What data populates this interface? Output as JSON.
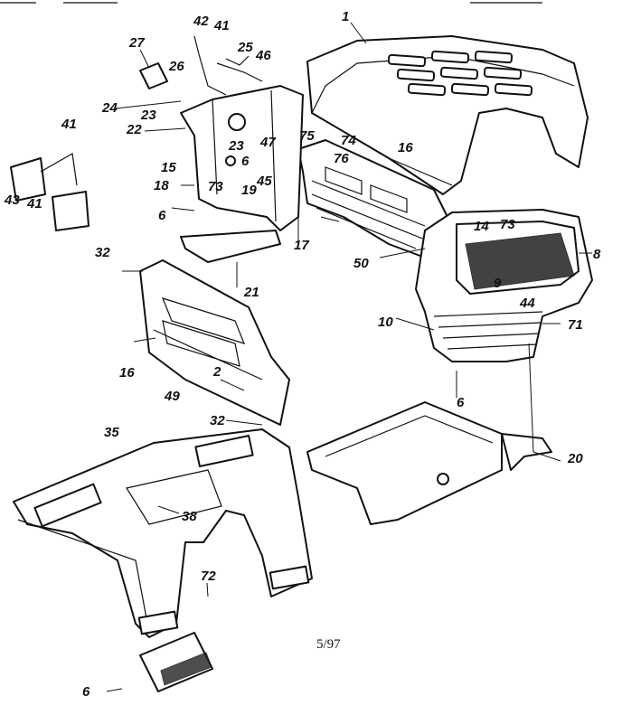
{
  "diagram": {
    "page_number": "5/97",
    "parts": {
      "hood": "1",
      "front_grille": "8",
      "seat_pan": "35",
      "dash_panel": "49",
      "side_panel": "50",
      "chassis_bracket": "20",
      "bumper": "6"
    },
    "callouts": [
      {
        "id": "c1",
        "text": "1"
      },
      {
        "id": "c42",
        "text": "42"
      },
      {
        "id": "c41a",
        "text": "41"
      },
      {
        "id": "c27",
        "text": "27"
      },
      {
        "id": "c25",
        "text": "25"
      },
      {
        "id": "c46",
        "text": "46"
      },
      {
        "id": "c26",
        "text": "26"
      },
      {
        "id": "c24",
        "text": "24"
      },
      {
        "id": "c23a",
        "text": "23"
      },
      {
        "id": "c22",
        "text": "22"
      },
      {
        "id": "c23b",
        "text": "23"
      },
      {
        "id": "c6a",
        "text": "6"
      },
      {
        "id": "c47",
        "text": "47"
      },
      {
        "id": "c75",
        "text": "75"
      },
      {
        "id": "c74",
        "text": "74"
      },
      {
        "id": "c76",
        "text": "76"
      },
      {
        "id": "c16a",
        "text": "16"
      },
      {
        "id": "c41b",
        "text": "41"
      },
      {
        "id": "c43",
        "text": "43"
      },
      {
        "id": "c41c",
        "text": "41"
      },
      {
        "id": "c15",
        "text": "15"
      },
      {
        "id": "c18",
        "text": "18"
      },
      {
        "id": "c73a",
        "text": "73"
      },
      {
        "id": "c19",
        "text": "19"
      },
      {
        "id": "c45",
        "text": "45"
      },
      {
        "id": "c6b",
        "text": "6"
      },
      {
        "id": "c17",
        "text": "17"
      },
      {
        "id": "c14",
        "text": "14"
      },
      {
        "id": "c73b",
        "text": "73"
      },
      {
        "id": "c8",
        "text": "8"
      },
      {
        "id": "c9",
        "text": "9"
      },
      {
        "id": "c44",
        "text": "44"
      },
      {
        "id": "c32a",
        "text": "32"
      },
      {
        "id": "c21",
        "text": "21"
      },
      {
        "id": "c50",
        "text": "50"
      },
      {
        "id": "c10",
        "text": "10"
      },
      {
        "id": "c71",
        "text": "71"
      },
      {
        "id": "c16b",
        "text": "16"
      },
      {
        "id": "c2",
        "text": "2"
      },
      {
        "id": "c49",
        "text": "49"
      },
      {
        "id": "c6c",
        "text": "6"
      },
      {
        "id": "c32b",
        "text": "32"
      },
      {
        "id": "c35",
        "text": "35"
      },
      {
        "id": "c20",
        "text": "20"
      },
      {
        "id": "c38",
        "text": "38"
      },
      {
        "id": "c72",
        "text": "72"
      },
      {
        "id": "c6d",
        "text": "6"
      }
    ]
  },
  "colors": {
    "ink": "#111111",
    "paper": "#ffffff"
  }
}
